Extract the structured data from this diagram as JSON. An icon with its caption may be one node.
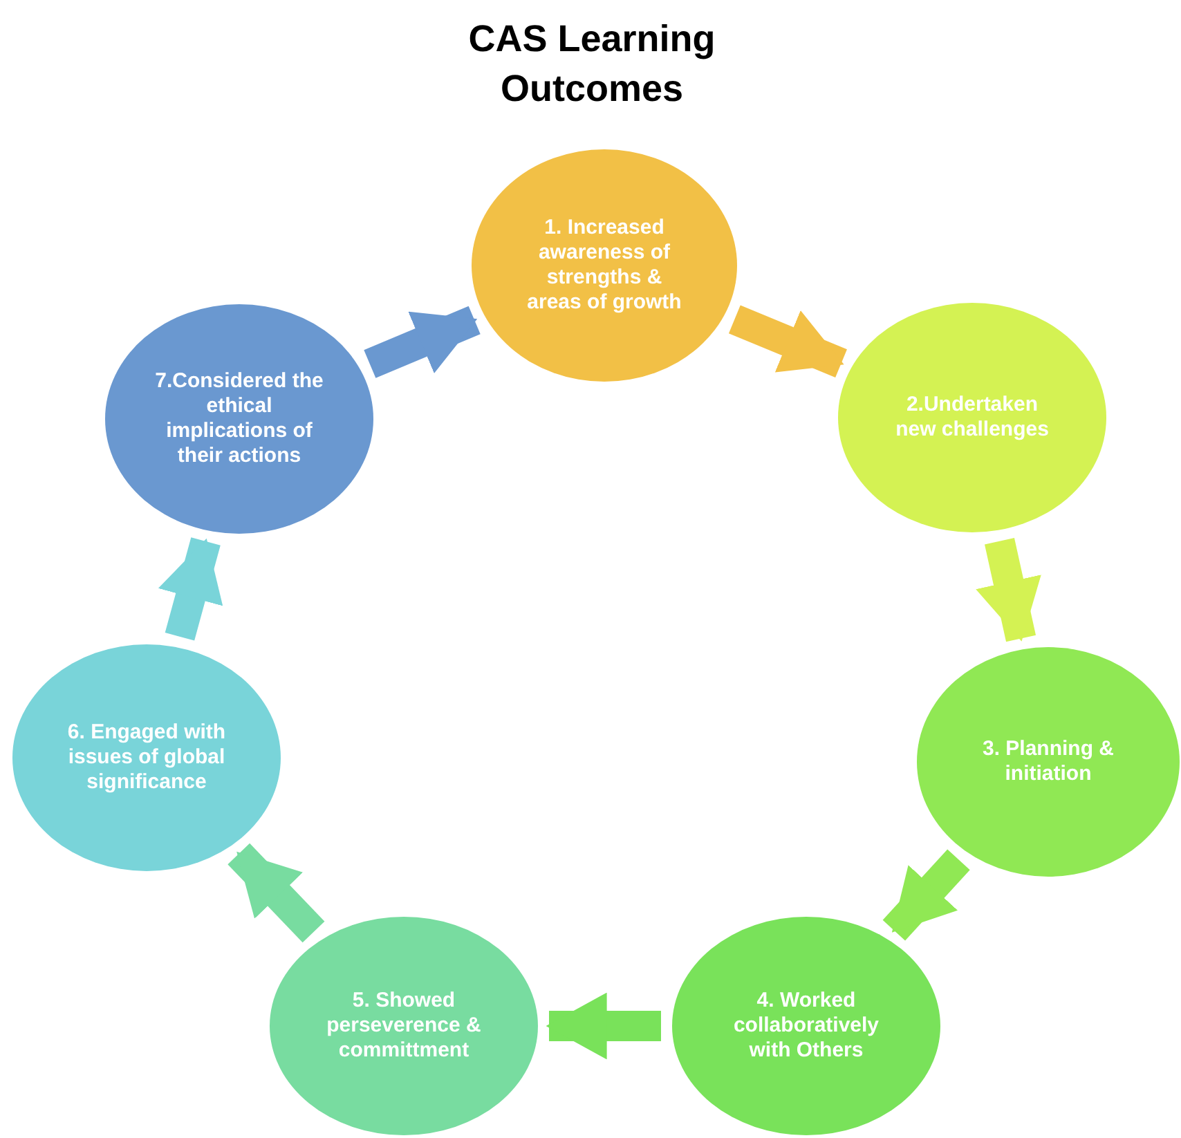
{
  "diagram": {
    "title": "CAS Learning Outcomes",
    "nodes": [
      {
        "text": [
          "1. Increased awareness of strengths & areas of growth"
        ]
      },
      {
        "text": [
          "2.Undertaken new challenges"
        ]
      },
      {
        "text": [
          "3. Planning & initiation"
        ]
      },
      {
        "text": [
          "4. Worked collaboratively with Others"
        ]
      },
      {
        "text": [
          "5. Showed perseverence & committment"
        ]
      },
      {
        "text": [
          "6. Engaged with issues of global significance"
        ]
      },
      {
        "text": [
          "7.Considered the ethical implications of their actions"
        ]
      }
    ],
    "edges": [
      {
        "from": 0,
        "to": 1,
        "arrow": "to",
        "color": "#f2c046"
      },
      {
        "from": 1,
        "to": 2,
        "arrow": "to",
        "color": "#d4f253"
      },
      {
        "from": 2,
        "to": 3,
        "arrow": "to",
        "color": "#90e854"
      },
      {
        "from": 3,
        "to": 4,
        "arrow": "to",
        "color": "#79e25a"
      },
      {
        "from": 4,
        "to": 5,
        "arrow": "to",
        "color": "#78dca0"
      },
      {
        "from": 5,
        "to": 6,
        "arrow": "to",
        "color": "#79d4d9"
      },
      {
        "from": 6,
        "to": 0,
        "arrow": "to",
        "color": "#6a98d0"
      }
    ]
  }
}
